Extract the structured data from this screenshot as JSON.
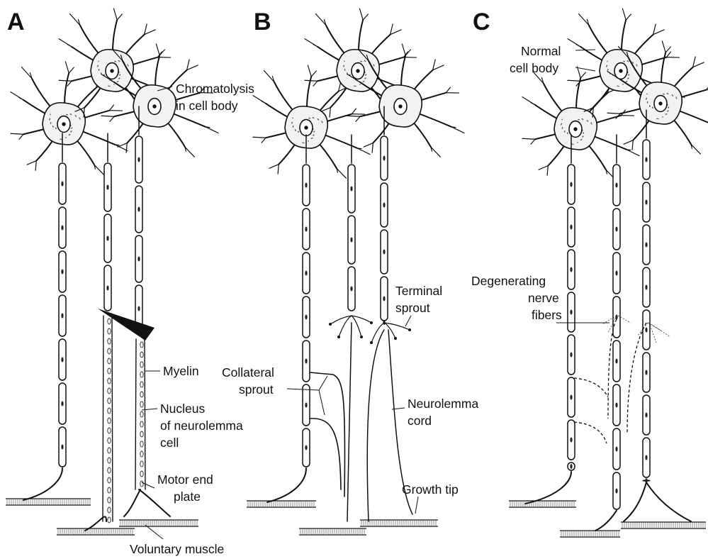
{
  "panels": [
    {
      "letter": "A",
      "labels": {
        "chromatolysis": [
          "Chromatolysis",
          "in cell body"
        ],
        "myelin": "Myelin",
        "nucleus": [
          "Nucleus",
          "of neurolemma",
          "cell"
        ],
        "motor_end_plate": [
          "Motor end",
          "plate"
        ],
        "voluntary_muscle": "Voluntary muscle"
      }
    },
    {
      "letter": "B",
      "labels": {
        "terminal_sprout": [
          "Terminal",
          "sprout"
        ],
        "collateral_sprout": [
          "Collateral",
          "sprout"
        ],
        "neurolemma_cord": [
          "Neurolemma",
          "cord"
        ],
        "growth_tip": "Growth tip"
      }
    },
    {
      "letter": "C",
      "labels": {
        "normal_cell_body": [
          "Normal",
          "cell body"
        ],
        "degenerating_fibers": [
          "Degenerating",
          "nerve",
          "fibers"
        ]
      }
    }
  ]
}
